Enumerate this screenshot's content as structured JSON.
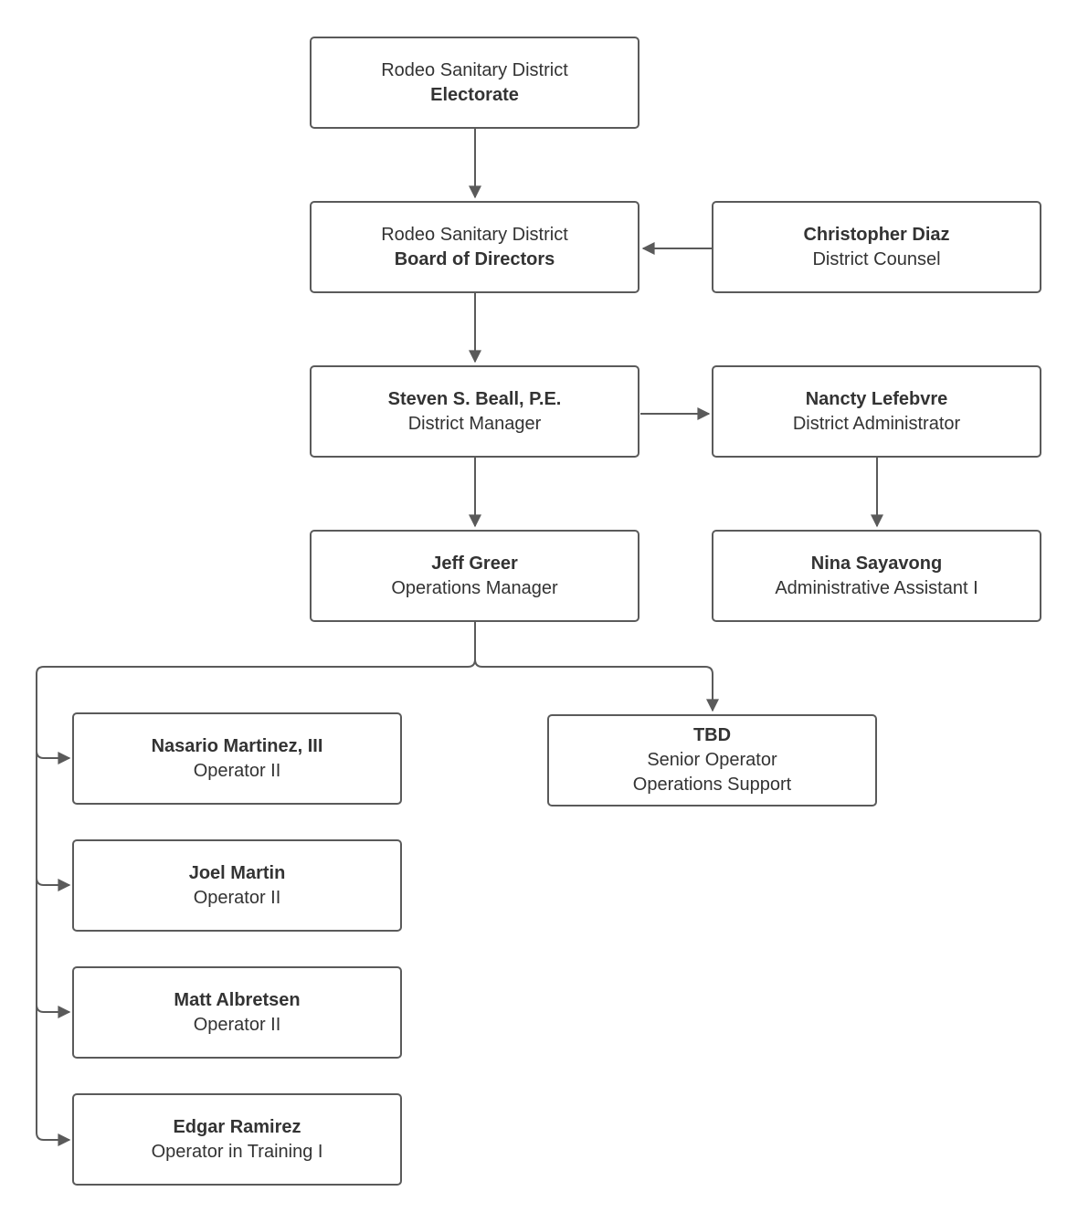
{
  "colors": {
    "border": "#5a5a5a",
    "text": "#333333",
    "connector": "#5a5a5a"
  },
  "nodes": {
    "electorate": {
      "line1": "Rodeo Sanitary District",
      "line2": "Electorate"
    },
    "board": {
      "line1": "Rodeo Sanitary District",
      "line2": "Board of Directors"
    },
    "counsel": {
      "name": "Christopher Diaz",
      "title": "District Counsel"
    },
    "manager": {
      "name": "Steven S. Beall, P.E.",
      "title": "District Manager"
    },
    "administrator": {
      "name": "Nancty Lefebvre",
      "title": "District Administrator"
    },
    "ops_manager": {
      "name": "Jeff Greer",
      "title": "Operations Manager"
    },
    "admin_assistant": {
      "name": "Nina Sayavong",
      "title": "Administrative Assistant I"
    },
    "tbd": {
      "name": "TBD",
      "title": "Senior Operator",
      "subtitle": "Operations Support"
    },
    "operator_1": {
      "name": "Nasario Martinez, III",
      "title": "Operator II"
    },
    "operator_2": {
      "name": "Joel Martin",
      "title": "Operator II"
    },
    "operator_3": {
      "name": "Matt Albretsen",
      "title": "Operator II"
    },
    "operator_4": {
      "name": "Edgar Ramirez",
      "title": "Operator in Training I"
    }
  }
}
